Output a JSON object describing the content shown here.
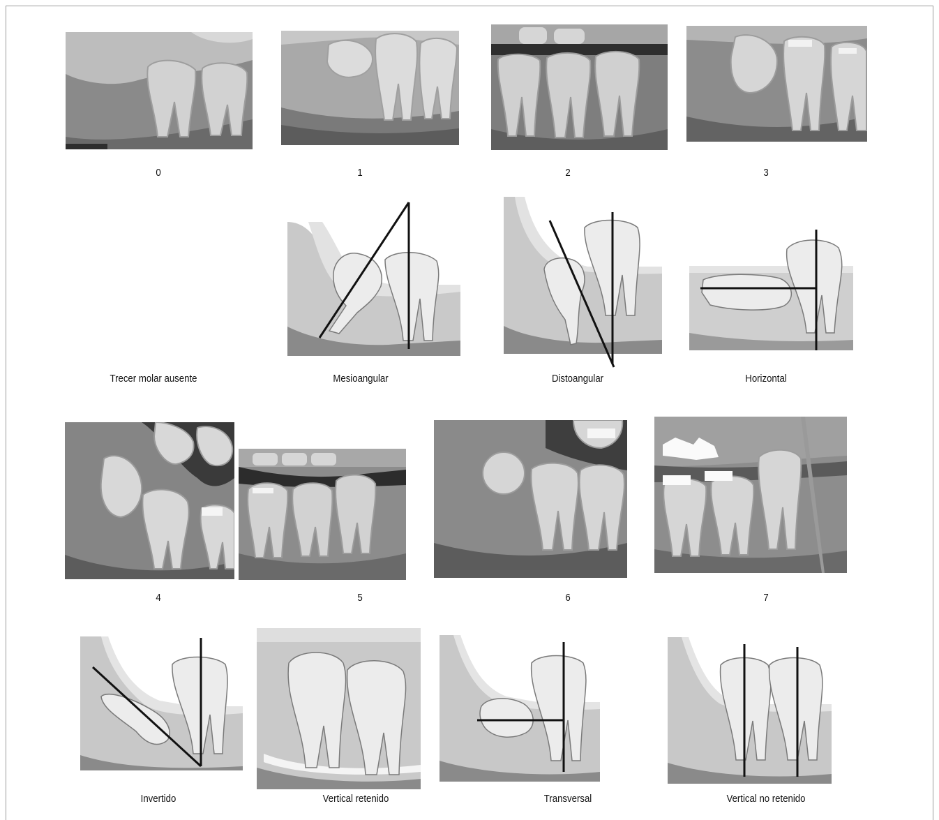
{
  "rows": [
    {
      "label": "0",
      "kind": "radiograph"
    },
    {
      "label": "1",
      "kind": "radiograph"
    },
    {
      "label": "2",
      "kind": "radiograph"
    },
    {
      "label": "3",
      "kind": "radiograph"
    },
    {
      "label": "Trecer molar ausente",
      "kind": "empty"
    },
    {
      "label": "Mesioangular",
      "kind": "schematic"
    },
    {
      "label": "Distoangular",
      "kind": "schematic"
    },
    {
      "label": "Horizontal",
      "kind": "schematic"
    },
    {
      "label": "4",
      "kind": "radiograph"
    },
    {
      "label": "5",
      "kind": "radiograph"
    },
    {
      "label": "6",
      "kind": "radiograph"
    },
    {
      "label": "7",
      "kind": "radiograph"
    },
    {
      "label": "Invertido",
      "kind": "schematic"
    },
    {
      "label": "Vertical retenido",
      "kind": "schematic"
    },
    {
      "label": "Transversal",
      "kind": "schematic"
    },
    {
      "label": "Vertical no retenido",
      "kind": "schematic"
    }
  ],
  "colors": {
    "film_dark": "#5a5a5a",
    "film_mid": "#8c8c8c",
    "tooth": "#e4e4e4",
    "line": "#111111"
  }
}
